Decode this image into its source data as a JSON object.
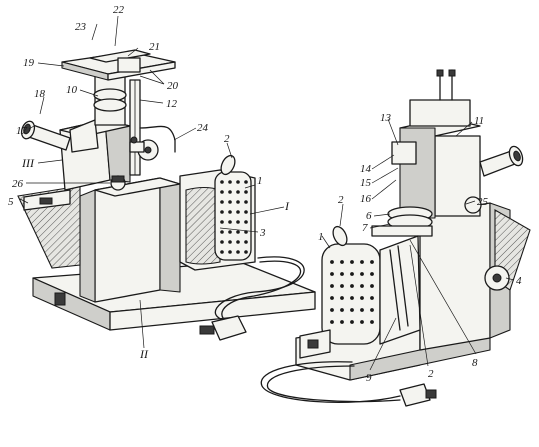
{
  "callouts": {
    "n1": "1",
    "n2": "2",
    "n3": "3",
    "n4": "4",
    "n5": "5",
    "n6": "6",
    "n7": "7",
    "n8": "8",
    "n9": "9",
    "n10": "10",
    "n11": "11",
    "n12": "12",
    "n13": "13",
    "n14": "14",
    "n15": "15",
    "n16": "16",
    "n17": "17",
    "n18": "18",
    "n19": "19",
    "n20": "20",
    "n21": "21",
    "n22": "22",
    "n23": "23",
    "n24": "24",
    "n25": "25",
    "n26": "26",
    "r1": "I",
    "r2": "II",
    "r3": "III"
  }
}
